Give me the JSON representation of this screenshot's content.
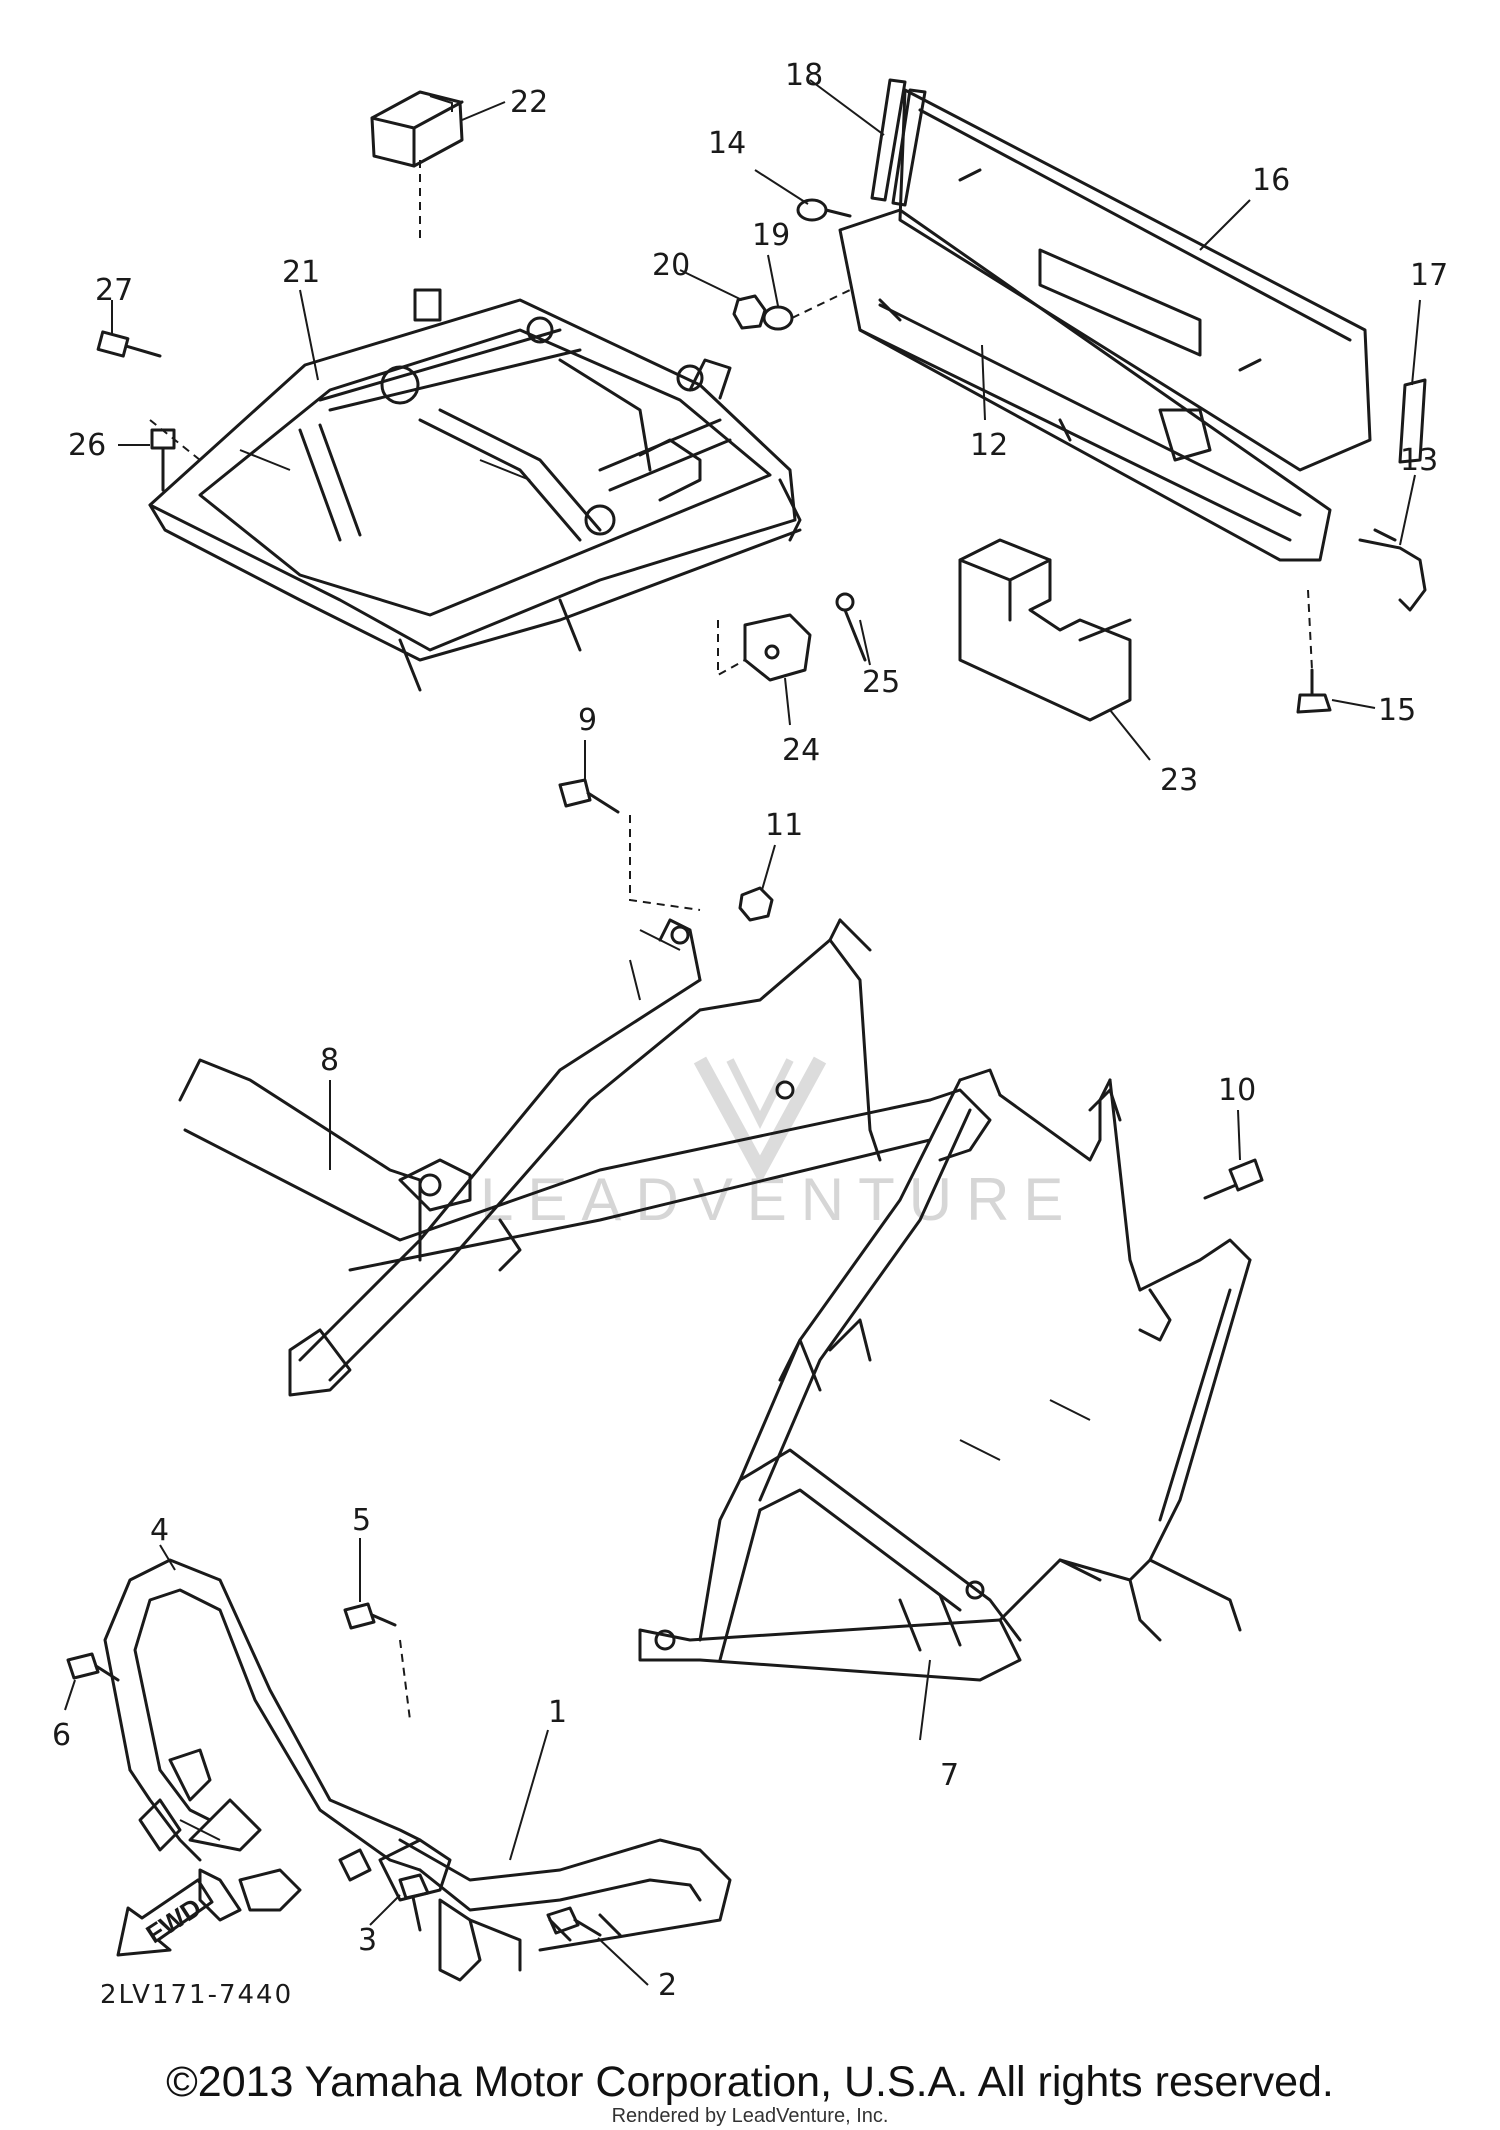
{
  "diagram": {
    "callouts": {
      "c1": "1",
      "c2": "2",
      "c3": "3",
      "c4": "4",
      "c5": "5",
      "c6": "6",
      "c7": "7",
      "c8": "8",
      "c9": "9",
      "c10": "10",
      "c11": "11",
      "c12": "12",
      "c13": "13",
      "c14": "14",
      "c15": "15",
      "c16": "16",
      "c17": "17",
      "c18": "18",
      "c19": "19",
      "c20": "20",
      "c21": "21",
      "c22": "22",
      "c23": "23",
      "c24": "24",
      "c25": "25",
      "c26": "26",
      "c27": "27"
    },
    "direction_arrow": "FWD",
    "watermark": "LEADVENTURE",
    "diagram_code": "2LV171-7440"
  },
  "footer": {
    "copyright": "©2013 Yamaha Motor Corporation, U.S.A. All rights reserved.",
    "rendered_by": "Rendered by LeadVenture, Inc."
  },
  "colors": {
    "line": "#1a1a1a",
    "watermark": "#d6d6d6",
    "background": "#ffffff"
  }
}
